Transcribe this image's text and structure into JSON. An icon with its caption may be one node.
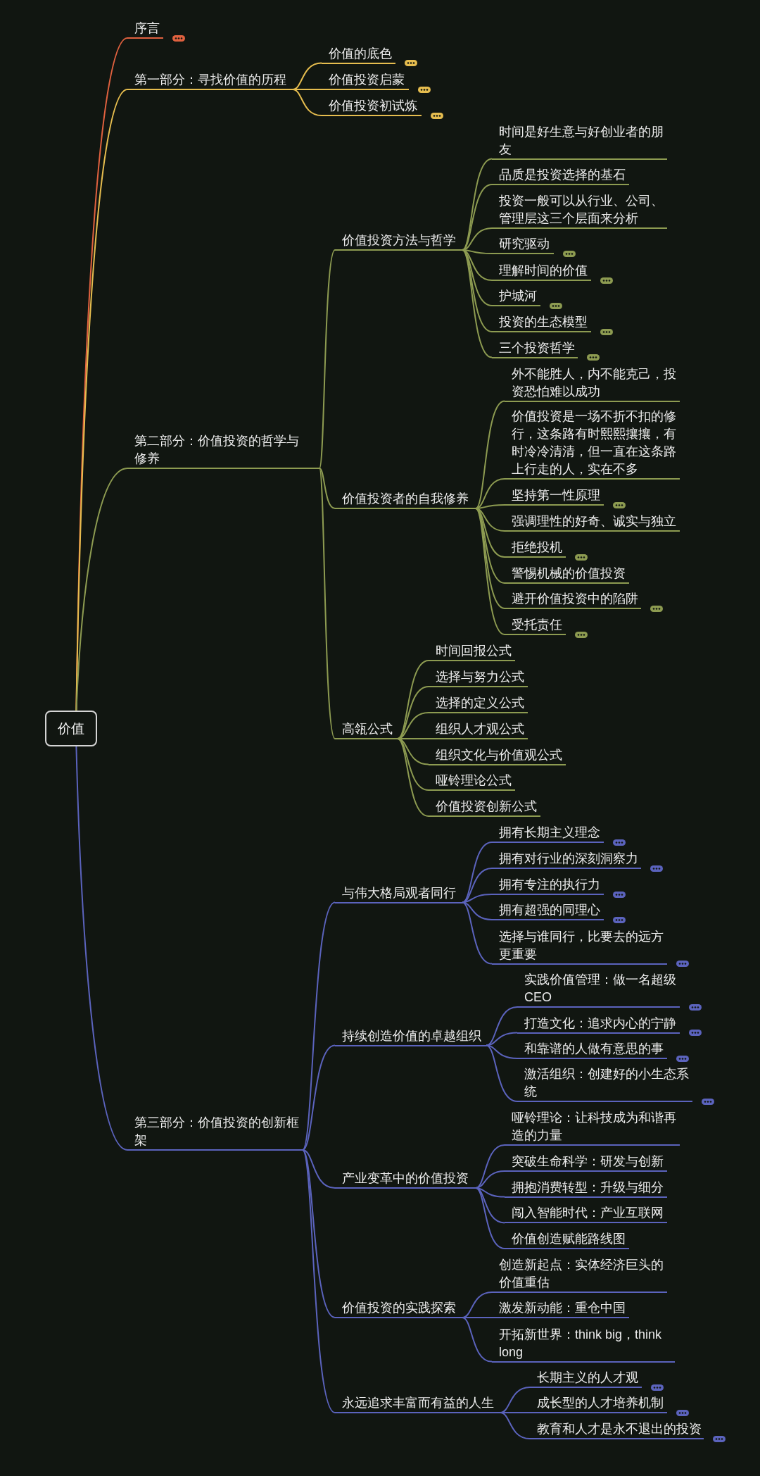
{
  "diagram": {
    "nodes": [
      {
        "text": [
          "价值"
        ]
      },
      {
        "text": [
          "序言"
        ]
      },
      {
        "text": [
          "第一部分：寻找价值的历程"
        ]
      },
      {
        "text": [
          "价值的底色"
        ]
      },
      {
        "text": [
          "价值投资启蒙"
        ]
      },
      {
        "text": [
          "价值投资初试炼"
        ]
      },
      {
        "text": [
          "第二部分：价值投资的哲学与修养"
        ]
      },
      {
        "text": [
          "价值投资方法与哲学"
        ]
      },
      {
        "text": [
          "时间是好生意与好创业者的朋友"
        ]
      },
      {
        "text": [
          "品质是投资选择的基石"
        ]
      },
      {
        "text": [
          "投资一般可以从行业、公司、管理层这三个层面来分析"
        ]
      },
      {
        "text": [
          "研究驱动"
        ]
      },
      {
        "text": [
          "理解时间的价值"
        ]
      },
      {
        "text": [
          "护城河"
        ]
      },
      {
        "text": [
          "投资的生态模型"
        ]
      },
      {
        "text": [
          "三个投资哲学"
        ]
      },
      {
        "text": [
          "价值投资者的自我修养"
        ]
      },
      {
        "text": [
          "外不能胜人，内不能克己，投资恐怕难以成功"
        ]
      },
      {
        "text": [
          "价值投资是一场不折不扣的修行，这条路有时熙熙攘攘，有时冷冷清清，但一直在这条路上行走的人，实在不多"
        ]
      },
      {
        "text": [
          "坚持第一性原理"
        ]
      },
      {
        "text": [
          "强调理性的好奇、诚实与独立"
        ]
      },
      {
        "text": [
          "拒绝投机"
        ]
      },
      {
        "text": [
          "警惕机械的价值投资"
        ]
      },
      {
        "text": [
          "避开价值投资中的陷阱"
        ]
      },
      {
        "text": [
          "受托责任"
        ]
      },
      {
        "text": [
          "高瓴公式"
        ]
      },
      {
        "text": [
          "时间回报公式"
        ]
      },
      {
        "text": [
          "选择与努力公式"
        ]
      },
      {
        "text": [
          "选择的定义公式"
        ]
      },
      {
        "text": [
          "组织人才观公式"
        ]
      },
      {
        "text": [
          "组织文化与价值观公式"
        ]
      },
      {
        "text": [
          "哑铃理论公式"
        ]
      },
      {
        "text": [
          "价值投资创新公式"
        ]
      },
      {
        "text": [
          "第三部分：价值投资的创新框架"
        ]
      },
      {
        "text": [
          "与伟大格局观者同行"
        ]
      },
      {
        "text": [
          "拥有长期主义理念"
        ]
      },
      {
        "text": [
          "拥有对行业的深刻洞察力"
        ]
      },
      {
        "text": [
          "拥有专注的执行力"
        ]
      },
      {
        "text": [
          "拥有超强的同理心"
        ]
      },
      {
        "text": [
          "选择与谁同行，比要去的远方更重要"
        ]
      },
      {
        "text": [
          "持续创造价值的卓越组织"
        ]
      },
      {
        "text": [
          "实践价值管理：做一名超级CEO"
        ]
      },
      {
        "text": [
          "打造文化：追求内心的宁静"
        ]
      },
      {
        "text": [
          "和靠谱的人做有意思的事"
        ]
      },
      {
        "text": [
          "激活组织：创建好的小生态系统"
        ]
      },
      {
        "text": [
          "产业变革中的价值投资"
        ]
      },
      {
        "text": [
          "哑铃理论：让科技成为和谐再造的力量"
        ]
      },
      {
        "text": [
          "突破生命科学：研发与创新"
        ]
      },
      {
        "text": [
          "拥抱消费转型：升级与细分"
        ]
      },
      {
        "text": [
          "闯入智能时代：产业互联网"
        ]
      },
      {
        "text": [
          "价值创造赋能路线图"
        ]
      },
      {
        "text": [
          "价值投资的实践探索"
        ]
      },
      {
        "text": [
          "创造新起点：实体经济巨头的价值重估"
        ]
      },
      {
        "text": [
          "激发新动能：重仓中国"
        ]
      },
      {
        "text": [
          "开拓新世界：think big，think long"
        ]
      },
      {
        "text": [
          "永远追求丰富而有益的人生"
        ]
      },
      {
        "text": [
          "长期主义的人才观"
        ]
      },
      {
        "text": [
          "成长型的人才培养机制"
        ]
      },
      {
        "text": [
          "教育和人才是永不退出的投资"
        ]
      }
    ],
    "edges": [
      {
        "from": 0,
        "to": 1,
        "arrow": "none",
        "color": "#e0613f"
      },
      {
        "from": 0,
        "to": 2,
        "arrow": "none",
        "color": "#e6bd4f"
      },
      {
        "from": 2,
        "to": 3,
        "arrow": "none",
        "color": "#e6bd4f"
      },
      {
        "from": 2,
        "to": 4,
        "arrow": "none",
        "color": "#e6bd4f"
      },
      {
        "from": 2,
        "to": 5,
        "arrow": "none",
        "color": "#e6bd4f"
      },
      {
        "from": 0,
        "to": 6,
        "arrow": "none"
      },
      {
        "from": 6,
        "to": 7,
        "arrow": "none"
      },
      {
        "from": 7,
        "to": 8,
        "arrow": "none"
      },
      {
        "from": 7,
        "to": 9,
        "arrow": "none"
      },
      {
        "from": 7,
        "to": 10,
        "arrow": "none"
      },
      {
        "from": 7,
        "to": 11,
        "arrow": "none"
      },
      {
        "from": 7,
        "to": 12,
        "arrow": "none"
      },
      {
        "from": 7,
        "to": 13,
        "arrow": "none"
      },
      {
        "from": 7,
        "to": 14,
        "arrow": "none"
      },
      {
        "from": 7,
        "to": 15,
        "arrow": "none"
      },
      {
        "from": 6,
        "to": 16,
        "arrow": "none"
      },
      {
        "from": 16,
        "to": 17,
        "arrow": "none"
      },
      {
        "from": 16,
        "to": 18,
        "arrow": "none"
      },
      {
        "from": 16,
        "to": 19,
        "arrow": "none"
      },
      {
        "from": 16,
        "to": 20,
        "arrow": "none"
      },
      {
        "from": 16,
        "to": 21,
        "arrow": "none"
      },
      {
        "from": 16,
        "to": 22,
        "arrow": "none"
      },
      {
        "from": 16,
        "to": 23,
        "arrow": "none"
      },
      {
        "from": 16,
        "to": 24,
        "arrow": "none"
      },
      {
        "from": 6,
        "to": 25,
        "arrow": "none"
      },
      {
        "from": 25,
        "to": 26,
        "arrow": "none"
      },
      {
        "from": 25,
        "to": 27,
        "arrow": "none"
      },
      {
        "from": 25,
        "to": 28,
        "arrow": "none"
      },
      {
        "from": 25,
        "to": 29,
        "arrow": "none"
      },
      {
        "from": 25,
        "to": 30,
        "arrow": "none"
      },
      {
        "from": 25,
        "to": 31,
        "arrow": "none"
      },
      {
        "from": 25,
        "to": 32,
        "arrow": "none"
      },
      {
        "from": 0,
        "to": 33,
        "arrow": "none",
        "color": "#5b63bd"
      },
      {
        "from": 33,
        "to": 34,
        "arrow": "none",
        "color": "#5b63bd"
      },
      {
        "from": 34,
        "to": 35,
        "arrow": "none",
        "color": "#5b63bd"
      },
      {
        "from": 34,
        "to": 36,
        "arrow": "none",
        "color": "#5b63bd"
      },
      {
        "from": 34,
        "to": 37,
        "arrow": "none",
        "color": "#5b63bd"
      },
      {
        "from": 34,
        "to": 38,
        "arrow": "none",
        "color": "#5b63bd"
      },
      {
        "from": 34,
        "to": 39,
        "arrow": "none",
        "color": "#5b63bd"
      },
      {
        "from": 33,
        "to": 40,
        "arrow": "none",
        "color": "#5b63bd"
      },
      {
        "from": 40,
        "to": 41,
        "arrow": "none",
        "color": "#5b63bd"
      },
      {
        "from": 40,
        "to": 42,
        "arrow": "none",
        "color": "#5b63bd"
      },
      {
        "from": 40,
        "to": 43,
        "arrow": "none",
        "color": "#5b63bd"
      },
      {
        "from": 40,
        "to": 44,
        "arrow": "none",
        "color": "#5b63bd"
      },
      {
        "from": 33,
        "to": 45,
        "arrow": "none",
        "color": "#5b63bd"
      },
      {
        "from": 45,
        "to": 46,
        "arrow": "none",
        "color": "#5b63bd"
      },
      {
        "from": 45,
        "to": 47,
        "arrow": "none",
        "color": "#5b63bd"
      },
      {
        "from": 45,
        "to": 48,
        "arrow": "none",
        "color": "#5b63bd"
      },
      {
        "from": 45,
        "to": 49,
        "arrow": "none",
        "color": "#5b63bd"
      },
      {
        "from": 45,
        "to": 50,
        "arrow": "none",
        "color": "#5b63bd"
      },
      {
        "from": 33,
        "to": 51,
        "arrow": "none",
        "color": "#5b63bd"
      },
      {
        "from": 51,
        "to": 52,
        "arrow": "none",
        "color": "#5b63bd"
      },
      {
        "from": 51,
        "to": 53,
        "arrow": "none",
        "color": "#5b63bd"
      },
      {
        "from": 51,
        "to": 54,
        "arrow": "none",
        "color": "#5b63bd"
      },
      {
        "from": 33,
        "to": 55,
        "arrow": "none",
        "color": "#5b63bd"
      },
      {
        "from": 55,
        "to": 56,
        "arrow": "none",
        "color": "#5b63bd"
      },
      {
        "from": 55,
        "to": 57,
        "arrow": "none",
        "color": "#5b63bd"
      },
      {
        "from": 55,
        "to": 58,
        "arrow": "none",
        "color": "#5b63bd"
      }
    ]
  }
}
